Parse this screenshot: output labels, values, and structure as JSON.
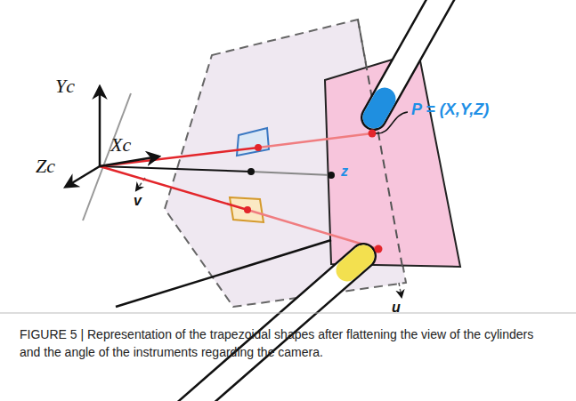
{
  "diagram": {
    "caption": "FIGURE 5 | Representation of the trapezoidal shapes after flattening the view of the cylinders and the angle of the instruments regarding the camera.",
    "labels": [
      "Yc",
      "Xc",
      "Zc",
      "v",
      "P = (X,Y,Z)",
      "z",
      "u"
    ]
  }
}
